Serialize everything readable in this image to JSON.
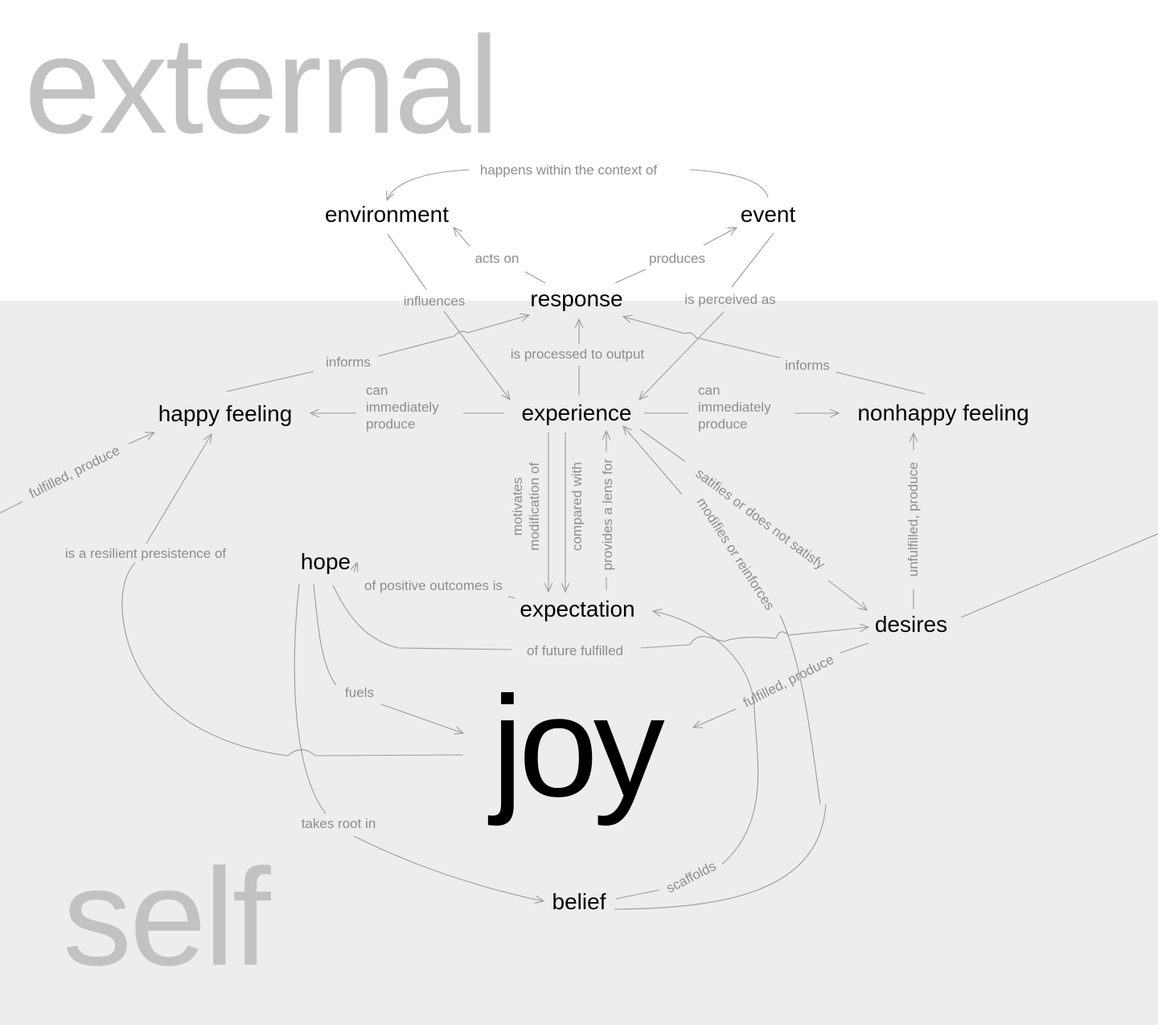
{
  "regions": {
    "external": "external",
    "self": "self"
  },
  "nodes": {
    "environment": "environment",
    "event": "event",
    "response": "response",
    "experience": "experience",
    "happy_feeling": "happy feeling",
    "nonhappy_feeling": "nonhappy feeling",
    "hope": "hope",
    "expectation": "expectation",
    "desires": "desires",
    "joy": "joy",
    "belief": "belief"
  },
  "edges": {
    "happens_within": "happens within the context of",
    "acts_on": "acts on",
    "produces": "produces",
    "influences": "influences",
    "is_perceived_as": "is perceived as",
    "is_processed_to_output": "is processed to output",
    "informs_left": "informs",
    "informs_right": "informs",
    "can_produce_left": [
      "can",
      "immediately",
      "produce"
    ],
    "can_produce_right": [
      "can",
      "immediately",
      "produce"
    ],
    "motivates_modification": [
      "motivates",
      "modification of"
    ],
    "compared_with": "compared with",
    "provides_lens": "provides a lens for",
    "satisfies": "satifies or does not satisfy",
    "modifies_reinforces": "modifies or reinforces",
    "unfulfilled_produce": "unfulfilled, produce",
    "fulfilled_produce_left": "fulfilled, produce",
    "fulfilled_produce_right": "fulfilled, produce",
    "resilient_persistence": "is a resilient presistence of",
    "positive_outcomes": "of positive outcomes is",
    "future_fulfilled": "of future fulfilled",
    "fuels": "fuels",
    "takes_root_in": "takes root in",
    "scaffolds": "scaffolds"
  },
  "colors": {
    "self_background": "#ededed",
    "region_label": "#c2c2c2",
    "edge": "#9a9a9a",
    "edge_label": "#8d8d8d",
    "node_text": "#000000"
  }
}
